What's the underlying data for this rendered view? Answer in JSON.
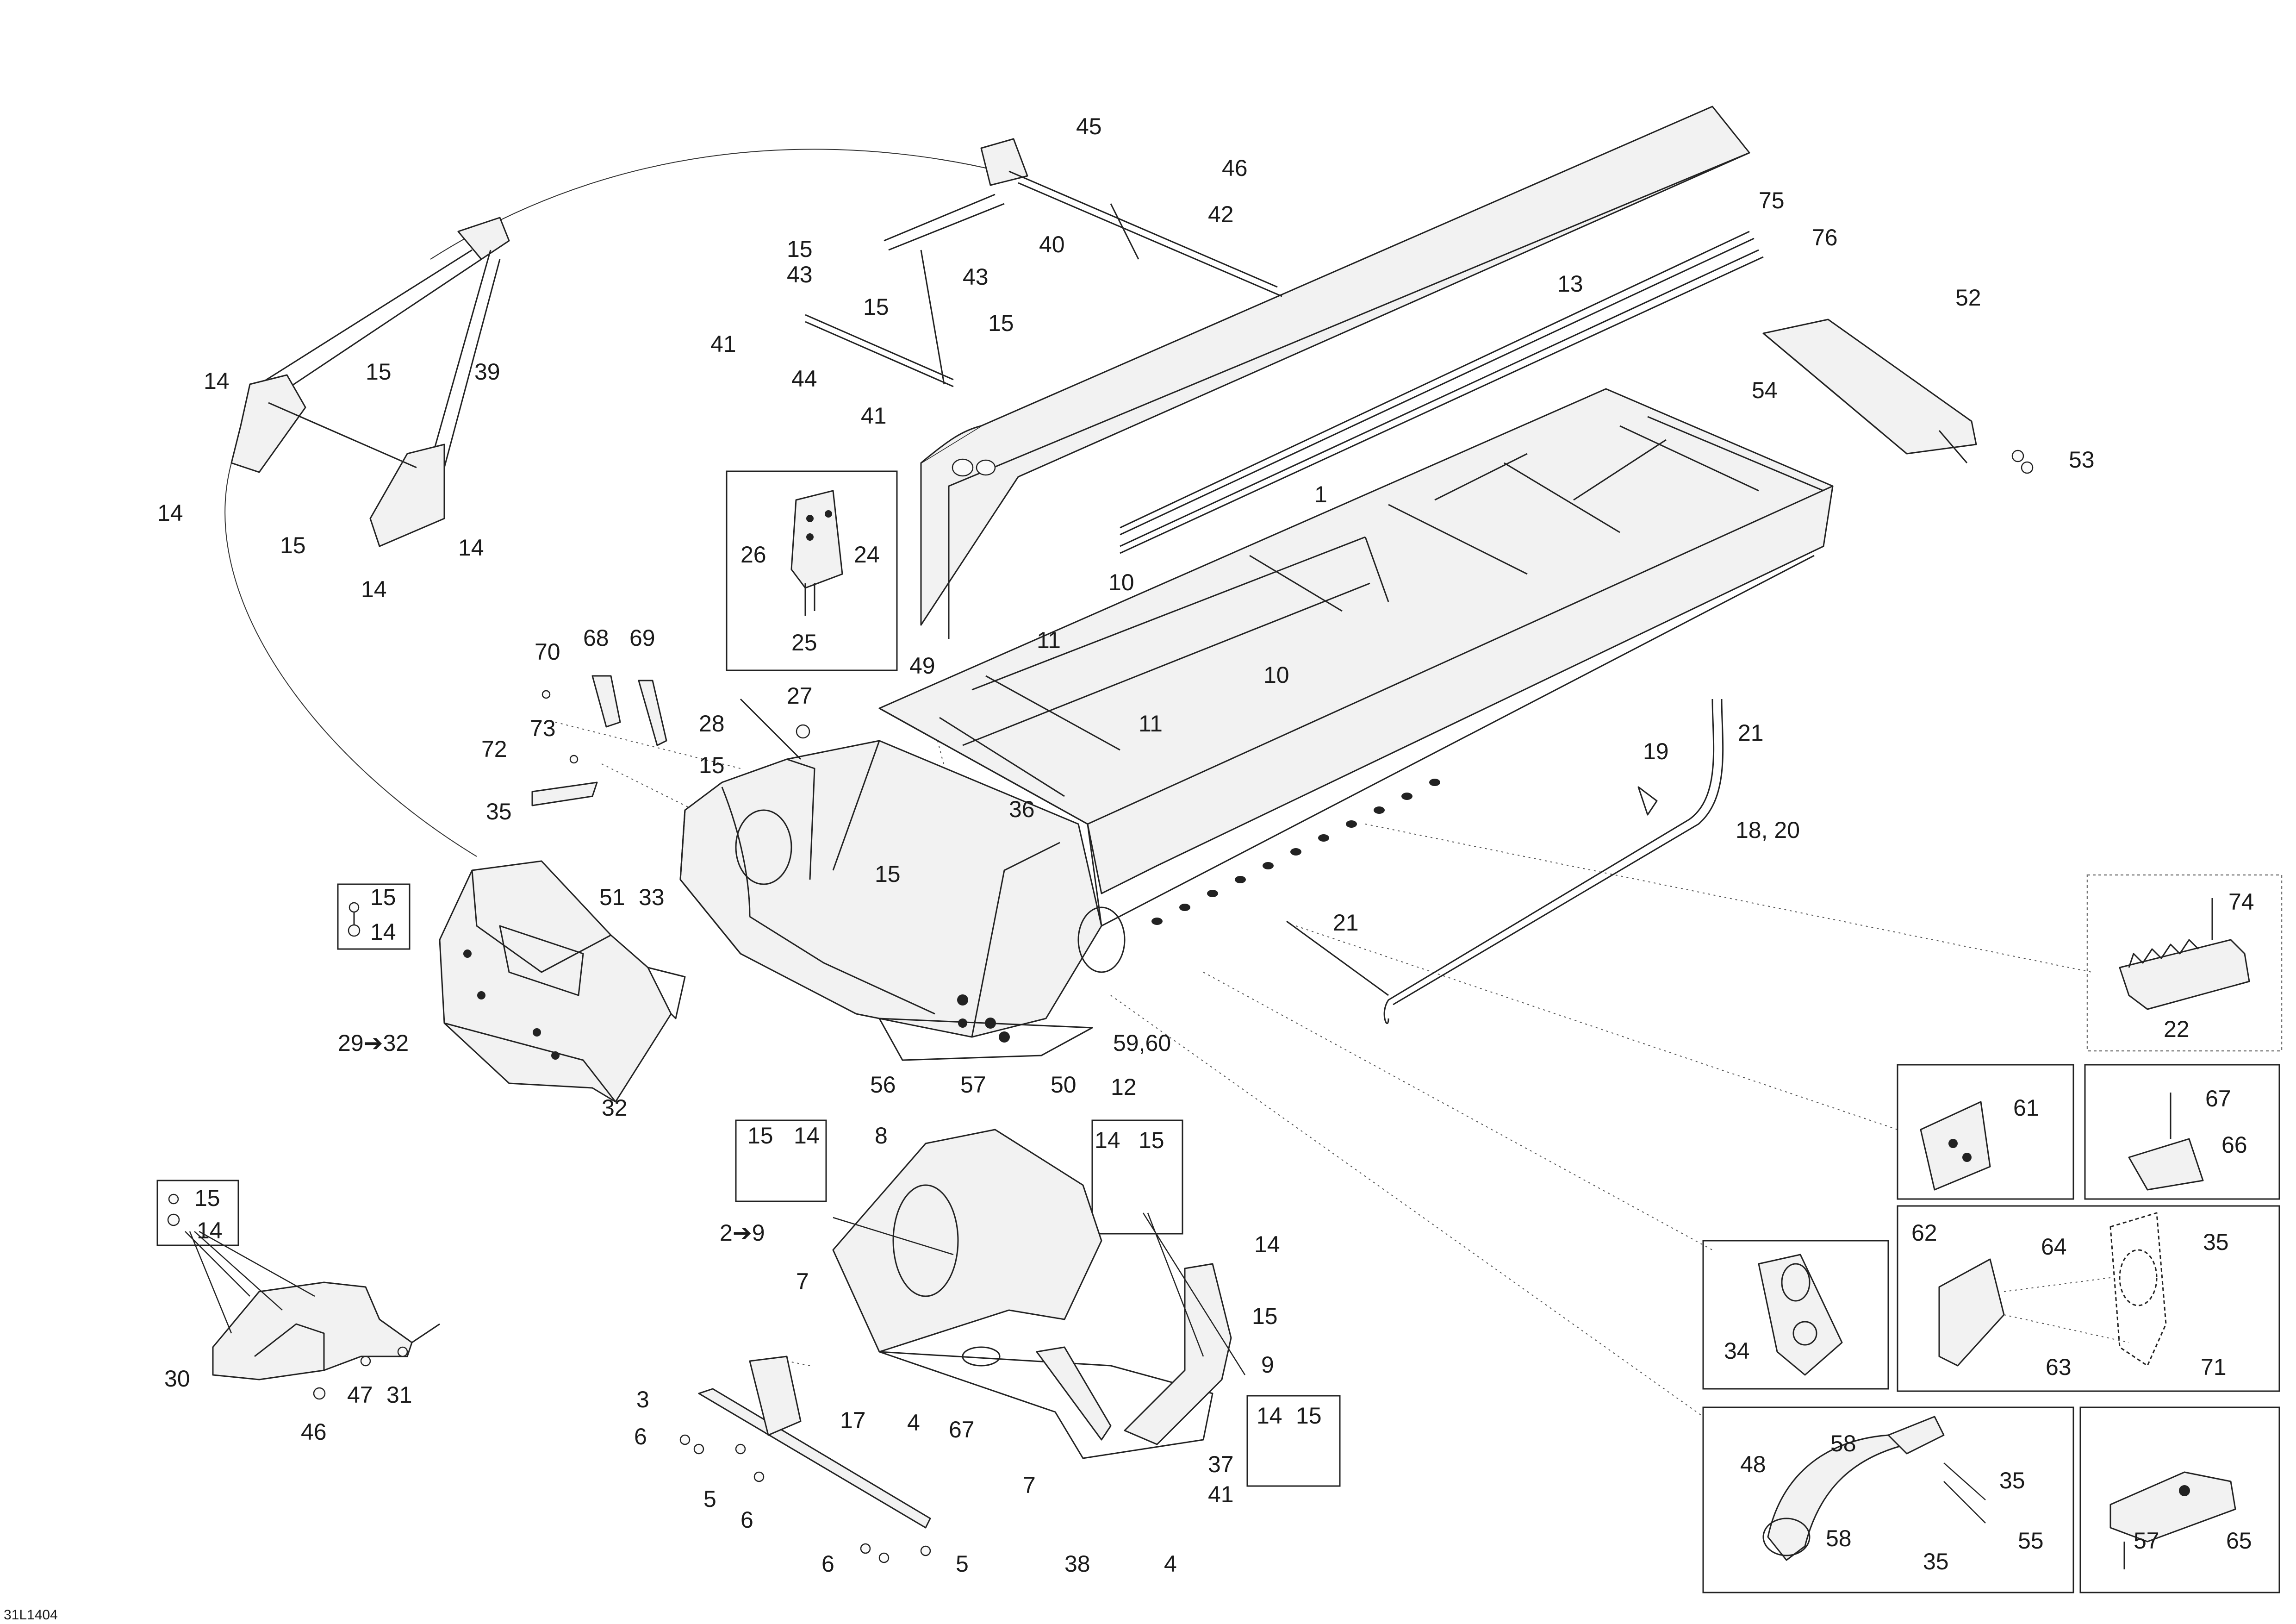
{
  "drawing_code": "31L1404",
  "callouts": {
    "c45": "45",
    "c46a": "46",
    "c42": "42",
    "c15a": "15",
    "c43a": "43",
    "c15b": "15",
    "c40": "40",
    "c43b": "43",
    "c15c": "15",
    "c41a": "41",
    "c44": "44",
    "c41b": "41",
    "c13": "13",
    "c75": "75",
    "c76": "76",
    "c52": "52",
    "c54": "54",
    "c53": "53",
    "c1": "1",
    "c39": "39",
    "c15d": "15",
    "c14a": "14",
    "c14b": "14",
    "c15e": "15",
    "c14c": "14",
    "c14d": "14",
    "c26": "26",
    "c24": "24",
    "c25": "25",
    "c70": "70",
    "c68": "68",
    "c69": "69",
    "c73": "73",
    "c72": "72",
    "c28": "28",
    "c27": "27",
    "c49": "49",
    "c11a": "11",
    "c10a": "10",
    "c10b": "10",
    "c11b": "11",
    "c15f": "15",
    "c36": "36",
    "c35a": "35",
    "c15g": "15",
    "c14e": "14",
    "c51": "51",
    "c33": "33",
    "c15h": "15",
    "c29_32": "29➔32",
    "c32": "32",
    "c56": "56",
    "c57a": "57",
    "c50": "50",
    "c12": "12",
    "c59_60": "59,60",
    "c21a": "21",
    "c19": "19",
    "c18_20": "18, 20",
    "c21b": "21",
    "c74": "74",
    "c22": "22",
    "c61": "61",
    "c67a": "67",
    "c66": "66",
    "c62": "62",
    "c64": "64",
    "c35b": "35",
    "c63": "63",
    "c71": "71",
    "c34": "34",
    "c48": "48",
    "c58a": "58",
    "c35c": "35",
    "c55": "55",
    "c58b": "58",
    "c35d": "35",
    "c57b": "57",
    "c65": "65",
    "c15i": "15",
    "c14f": "14",
    "c8": "8",
    "c14g": "14",
    "c15j": "15",
    "c2_9": "2➔9",
    "c14h": "14",
    "c7a": "7",
    "c15k": "15",
    "c9": "9",
    "c3": "3",
    "c17": "17",
    "c4a": "4",
    "c67b": "67",
    "c14i": "14",
    "c15l": "15",
    "c6a": "6",
    "c37": "37",
    "c41c": "41",
    "c5a": "5",
    "c7b": "7",
    "c6b": "6",
    "c6c": "6",
    "c5b": "5",
    "c38": "38",
    "c4b": "4",
    "c15m": "15",
    "c14j": "14",
    "c30": "30",
    "c47": "47",
    "c31": "31",
    "c46b": "46"
  }
}
